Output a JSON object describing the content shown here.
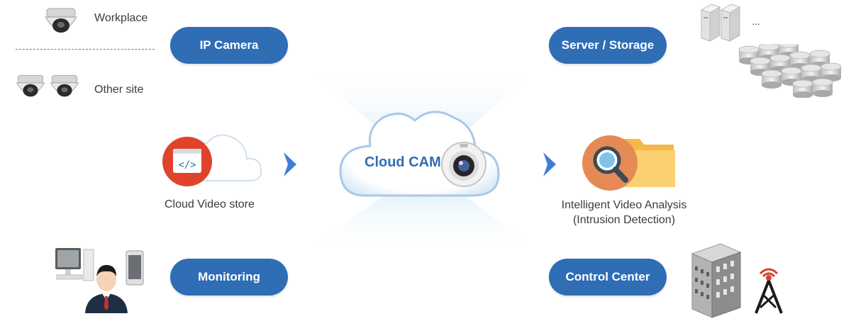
{
  "sites": {
    "workplace": "Workplace",
    "other": "Other site"
  },
  "buttons": {
    "ip_camera": "IP Camera",
    "server_storage": "Server / Storage",
    "monitoring": "Monitoring",
    "control_center": "Control Center"
  },
  "left": {
    "store_label": "Cloud Video store"
  },
  "center": {
    "title": "Cloud CAM"
  },
  "right": {
    "analysis_line1": "Intelligent Video Analysis",
    "analysis_line2": "(Intrusion Detection)",
    "ellipsis": "..."
  },
  "colors": {
    "pill": "#2f6db5",
    "cloud_text": "#2f6db5",
    "beam": "#cfe8f7"
  }
}
